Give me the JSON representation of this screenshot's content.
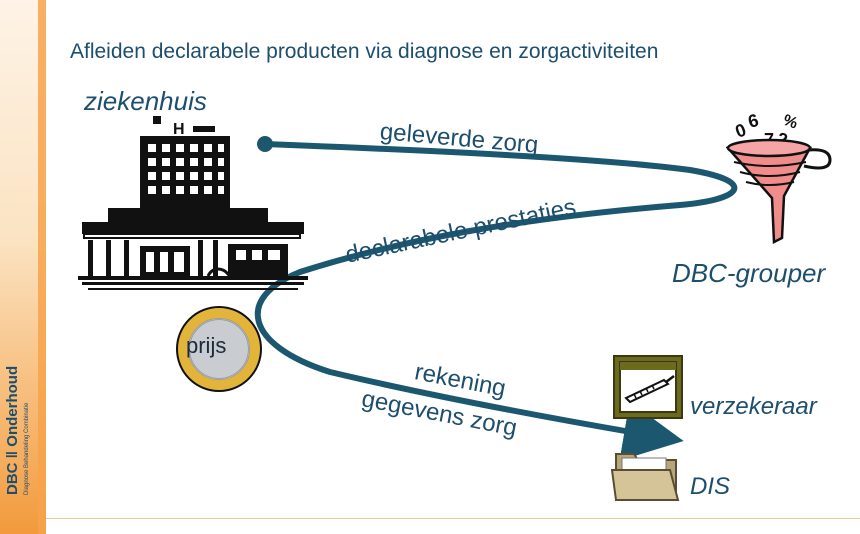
{
  "title": "Afleiden declarabele producten via diagnose en zorgactiviteiten",
  "nodes": {
    "hospital": "ziekenhuis",
    "grouper": "DBC-grouper",
    "insurer": "verzekeraar",
    "dis": "DIS",
    "price": "prijs"
  },
  "flows": {
    "delivered_care": "geleverde zorg",
    "billable_services": "declarabele prestaties",
    "invoice": "rekening",
    "care_data": "gegevens zorg"
  },
  "grouper_digits": [
    "0",
    "6",
    "7",
    "2",
    "%"
  ],
  "brand": {
    "name": "DBC ‖ Onderhoud",
    "tagline": "Diagnose Behandeling Combinatie"
  },
  "colors": {
    "text": "#1d4e6e",
    "flow_line": "#1b5870",
    "sidebar": "#f29a3c",
    "funnel": "#f08c8c"
  }
}
